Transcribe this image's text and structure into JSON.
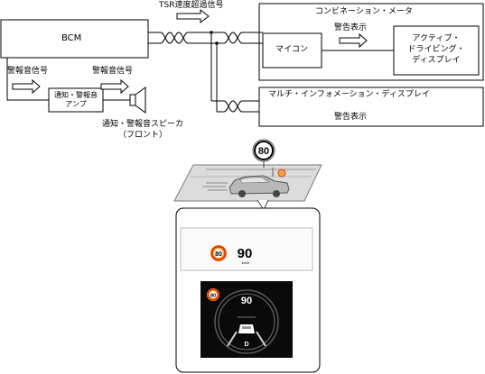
{
  "diagram": {
    "bcm": "BCM",
    "tsr_signal": "TSR速度超過信号",
    "combination_meter": "コンビネーション・メータ",
    "microcomputer": "マイコン",
    "warning_display_1": "警告表示",
    "active_display_line1": "アクティブ・",
    "active_display_line2": "ドライビング・",
    "active_display_line3": "ディスプレイ",
    "multi_info_display": "マルチ・インフォメーション・ディスプレイ",
    "warning_display_2": "警告表示",
    "warning_sound_signal_1": "警報音信号",
    "warning_sound_signal_2": "警報音信号",
    "amp_line1": "通知・警報音",
    "amp_line2": "アンプ",
    "speaker_line1": "通知・警報音スピーカ",
    "speaker_line2": "（フロント）",
    "sign_speed": "80",
    "hud_speed": "90",
    "hud_unit": "km/h",
    "hud_sign_speed": "80",
    "mid_sign_speed": "80",
    "mid_speed": "90",
    "mid_gear": "D"
  },
  "colors": {
    "sign_ring": "#e8380d",
    "sign_fill": "#f5a623",
    "mid_bg": "#0a0a0a"
  }
}
